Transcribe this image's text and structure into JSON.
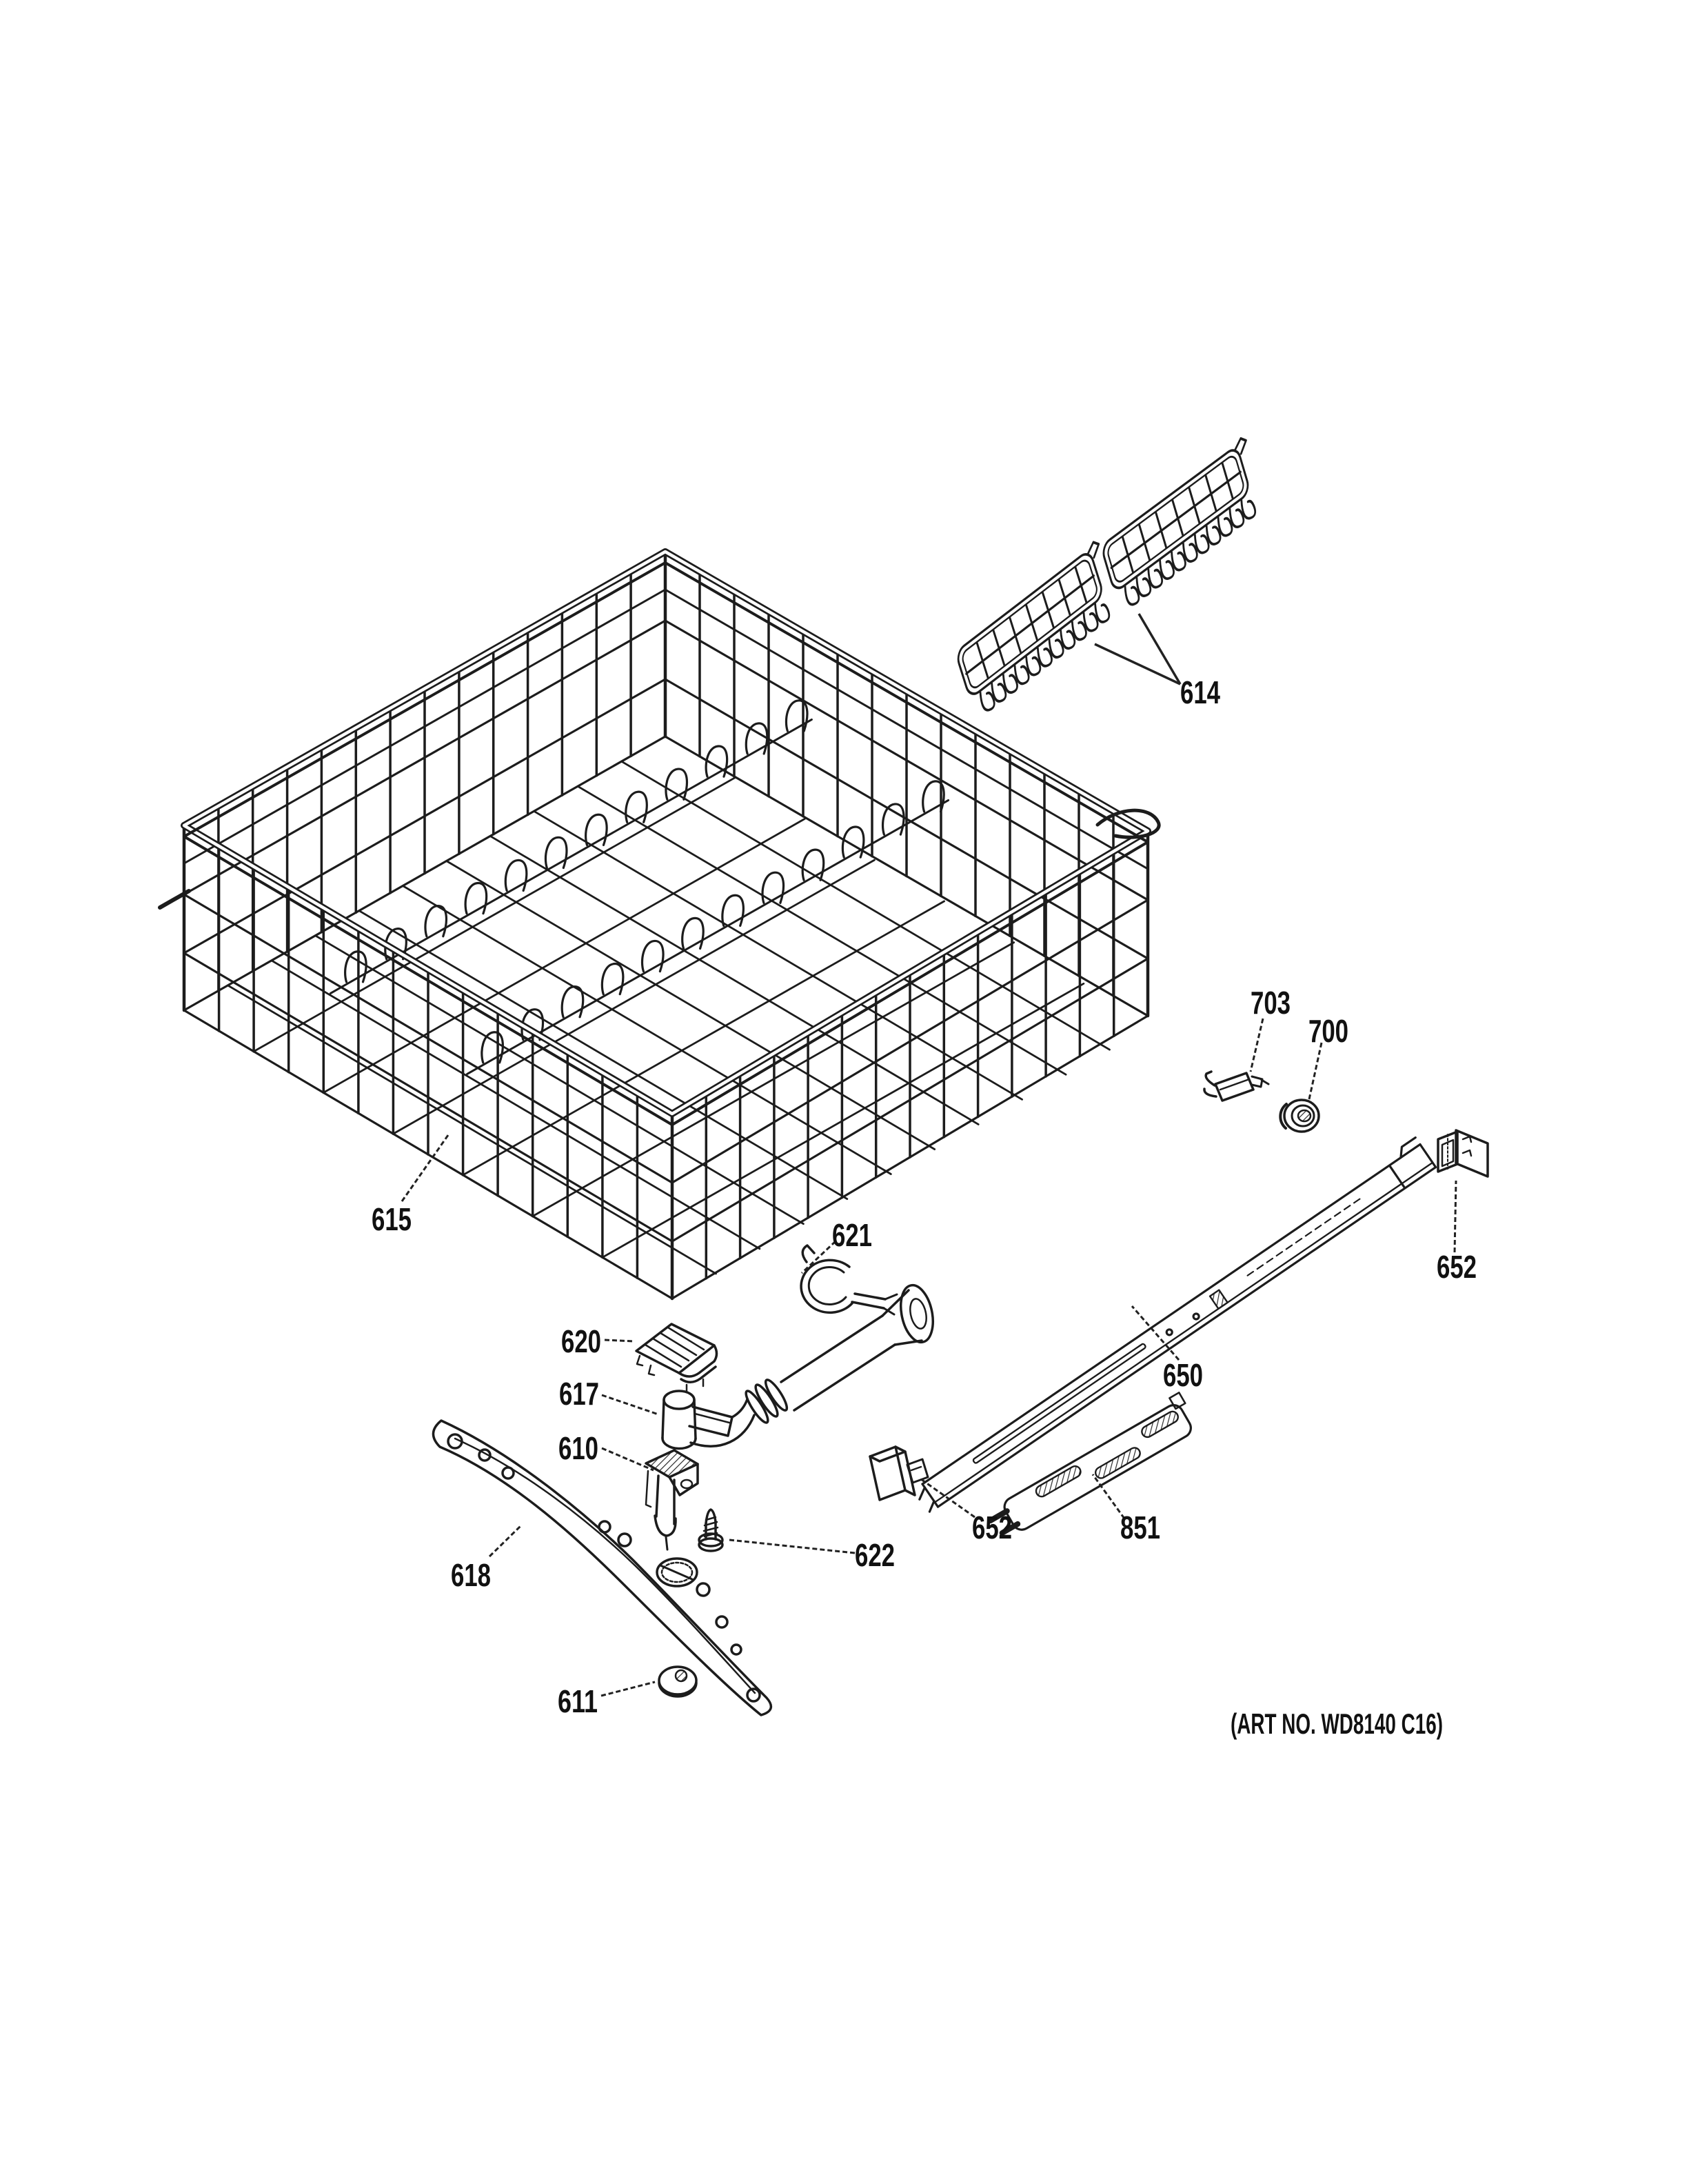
{
  "diagram": {
    "art_no": "(ART NO. WD8140 C16)",
    "callouts": {
      "c614": "614",
      "c703": "703",
      "c700": "700",
      "c652_top": "652",
      "c650": "650",
      "c621": "621",
      "c620": "620",
      "c617": "617",
      "c610": "610",
      "c622": "622",
      "c652_bottom": "652",
      "c851": "851",
      "c618": "618",
      "c611": "611",
      "c615": "615"
    },
    "colors": {
      "line": "#1c1c1c",
      "background": "#ffffff",
      "label": "#111111"
    }
  }
}
